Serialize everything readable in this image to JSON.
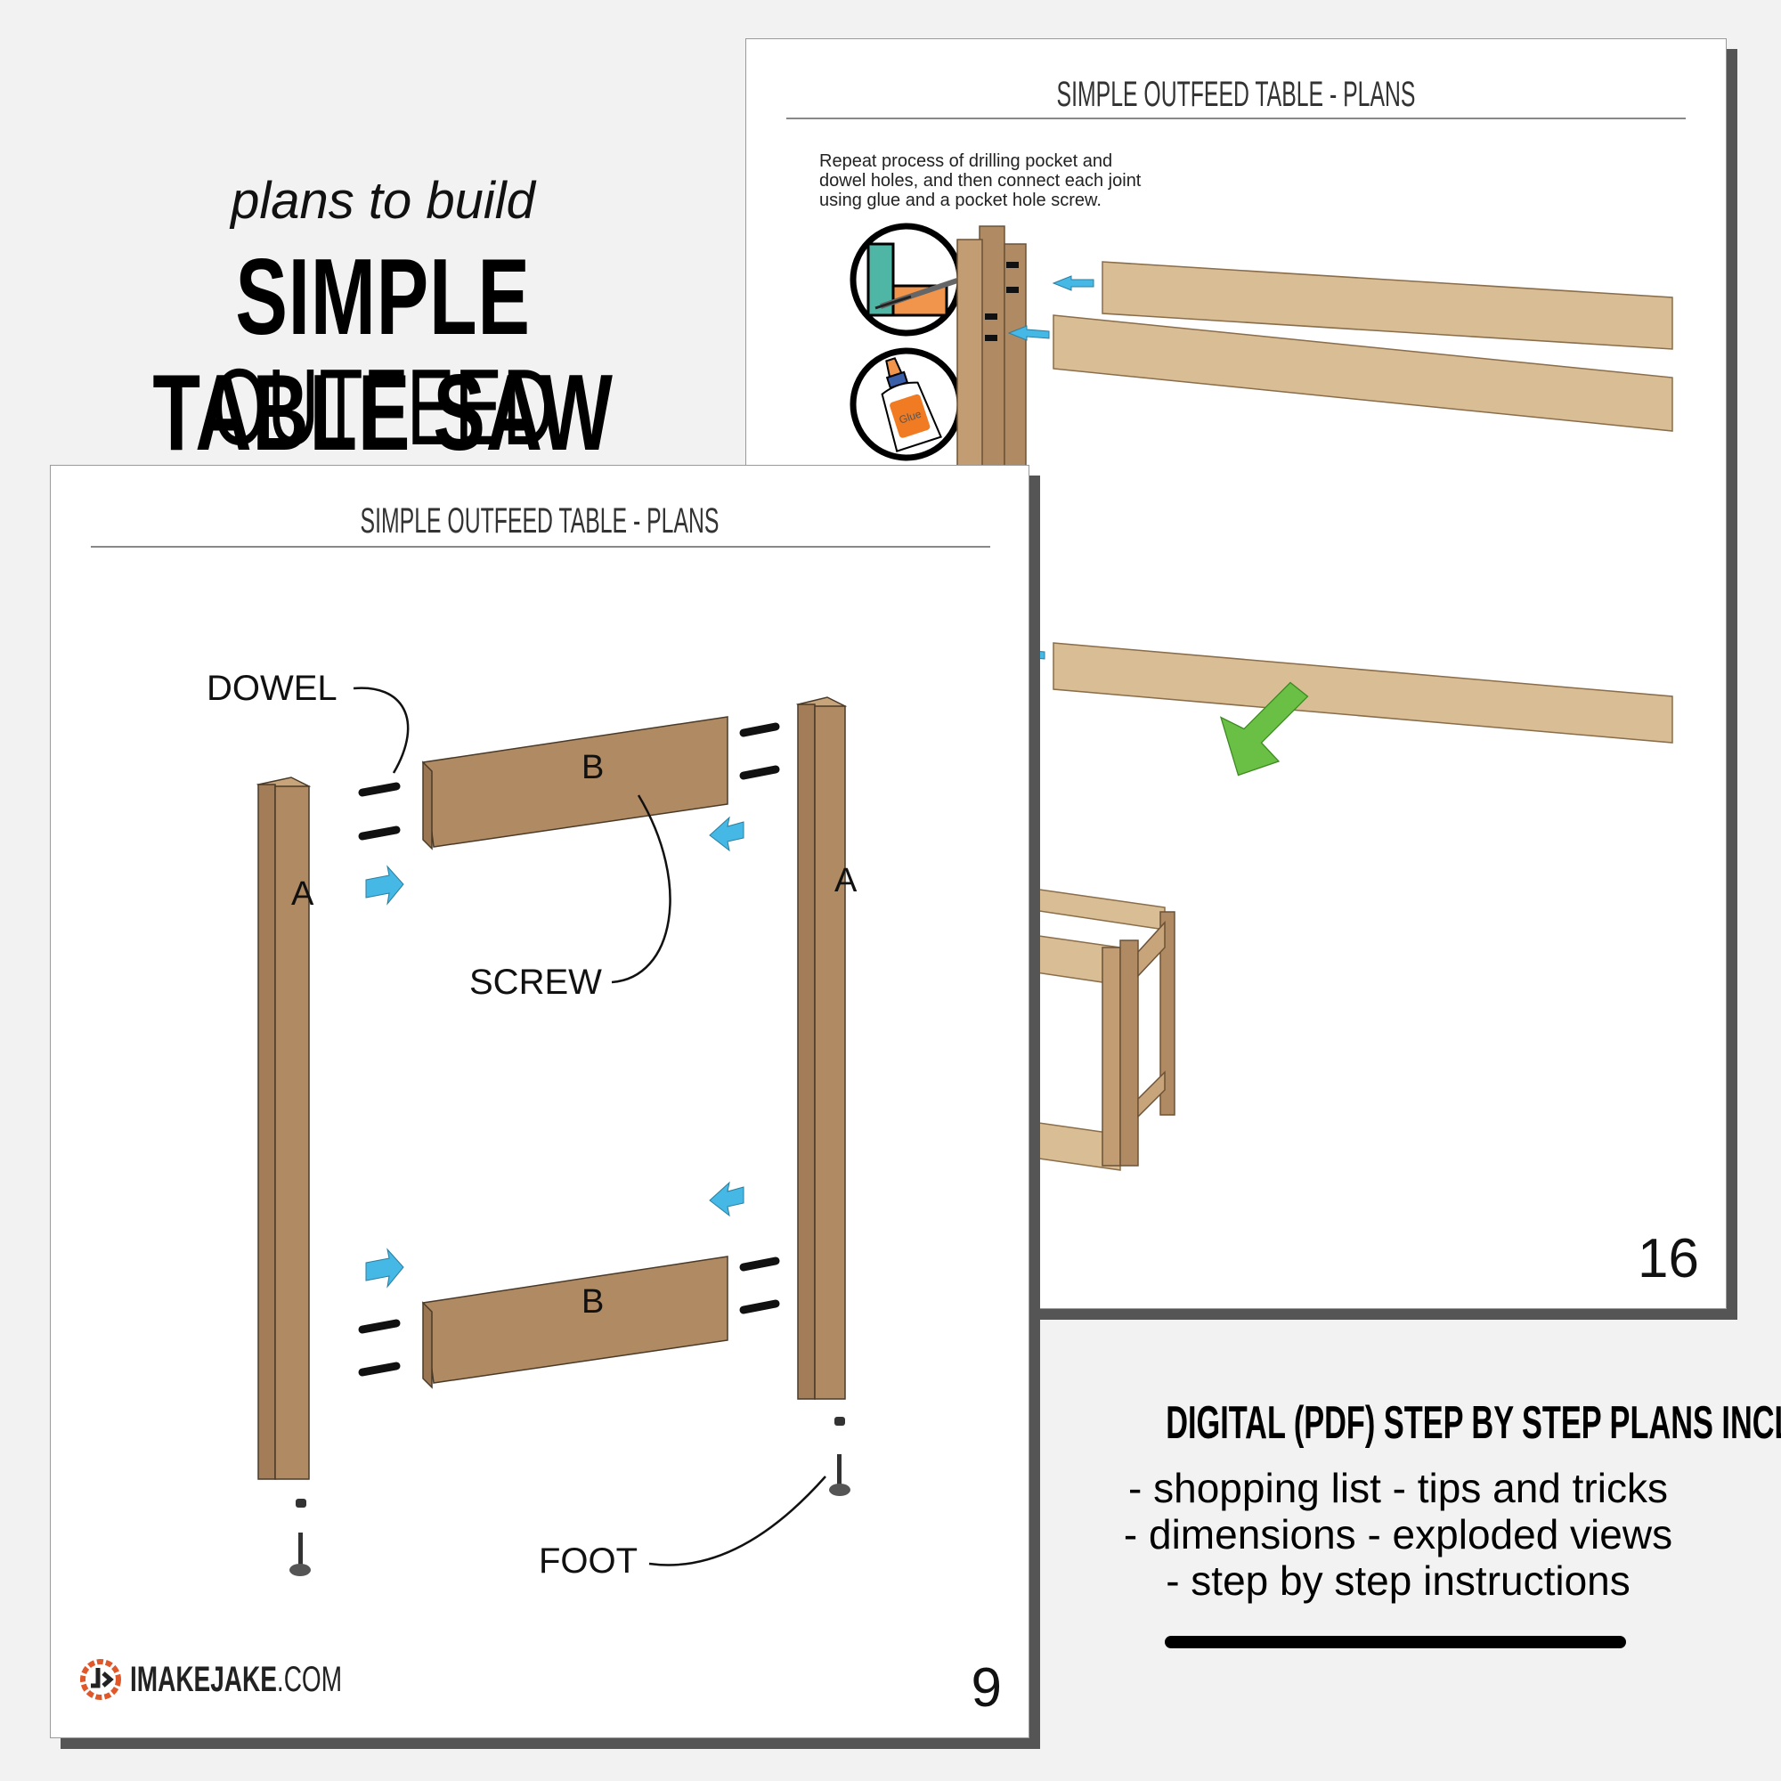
{
  "headline": {
    "tagline": "plans to build",
    "title_line1": "SIMPLE TABLE SAW",
    "title_line2": "OUTFEED TABLE"
  },
  "back_page": {
    "header": "SIMPLE OUTFEED TABLE - PLANS",
    "instruction": [
      "Repeat process of drilling pocket and",
      "dowel holes, and then connect each joint",
      "using glue and a pocket hole screw."
    ],
    "icons": [
      "pocket-screw-icon",
      "glue-bottle-icon"
    ],
    "glue_label": "Glue",
    "page_number": "16"
  },
  "front_page": {
    "header": "SIMPLE OUTFEED TABLE - PLANS",
    "callouts": {
      "dowel": "DOWEL",
      "screw": "SCREW",
      "foot": "FOOT"
    },
    "part_labels": {
      "leg": "A",
      "rail": "B"
    },
    "logo": {
      "brand": "IMAKEJAKE",
      "suffix": ".COM"
    },
    "page_number": "9"
  },
  "features": {
    "heading": "DIGITAL (PDF) STEP BY STEP PLANS INCLUDE:",
    "lines": [
      "-  shopping list  -  tips and tricks",
      "-  dimensions  -  exploded views",
      "-  step by step instructions"
    ]
  },
  "colors": {
    "background": "#f2f2f2",
    "wood": "#b08a62",
    "wood_light": "#d9bd94",
    "arrow_blue": "#45b8e6",
    "arrow_green": "#6abf45",
    "logo_orange": "#e0572a"
  }
}
